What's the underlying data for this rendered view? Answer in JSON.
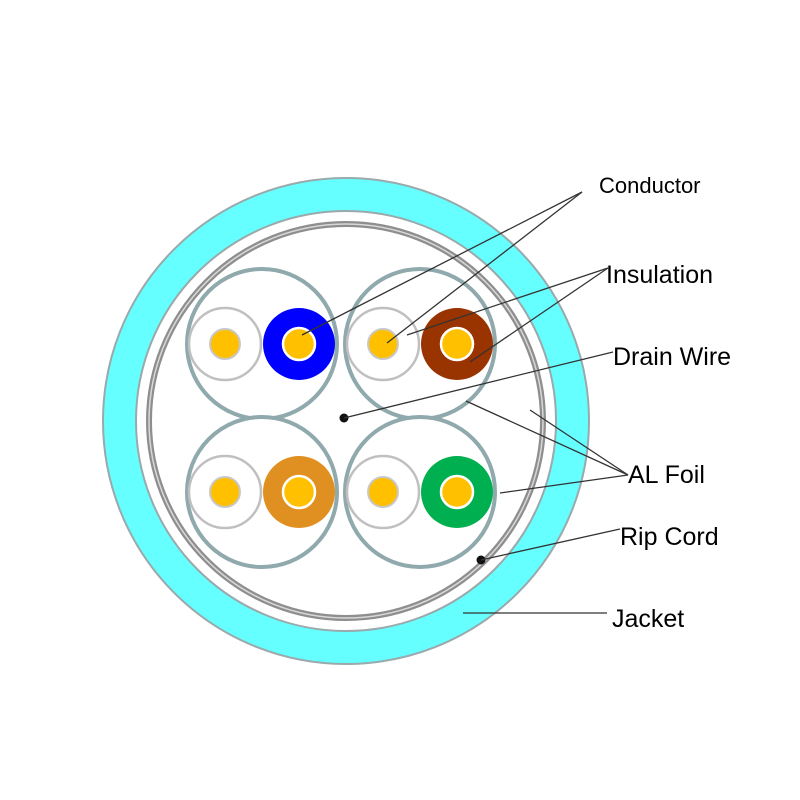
{
  "title": "Shielded twisted-pair cable cross-section",
  "labels": {
    "conductor": "Conductor",
    "insulation": "Insulation",
    "drain_wire": "Drain Wire",
    "al_foil": "AL Foil",
    "rip_cord": "Rip Cord",
    "jacket": "Jacket"
  },
  "colors": {
    "jacket": "#66FFFF",
    "jacket_edge": "#9AA9AB",
    "foil": "#8E8E8E",
    "pair_foil": "#8FA9AD",
    "conductor": "#FFC000",
    "white_insulation_ring": "#C0C0C0",
    "background": "#FFFFFF"
  },
  "pairs": [
    {
      "name": "blue-pair",
      "stripe_color": "#0000FF",
      "colored_insulation": "blue"
    },
    {
      "name": "brown-pair",
      "stripe_color": "#993300",
      "colored_insulation": "brown"
    },
    {
      "name": "orange-pair",
      "stripe_color": "#E09020",
      "colored_insulation": "orange"
    },
    {
      "name": "green-pair",
      "stripe_color": "#00B050",
      "colored_insulation": "green"
    }
  ]
}
